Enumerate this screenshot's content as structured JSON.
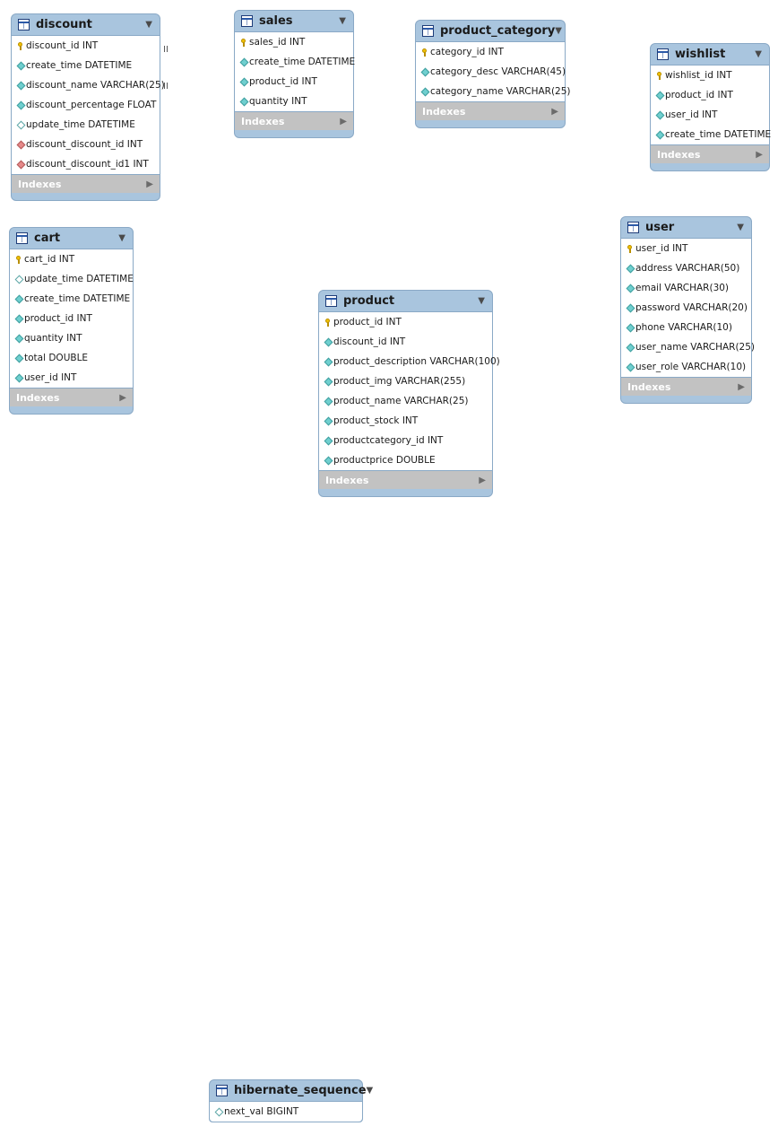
{
  "tables": [
    {
      "id": "discount",
      "name": "discount",
      "columns": [
        {
          "text": "discount_id INT",
          "icon": "primary-key-icon"
        },
        {
          "text": "create_time DATETIME",
          "icon": "not-null-column-icon"
        },
        {
          "text": "discount_name VARCHAR(25)",
          "icon": "not-null-column-icon"
        },
        {
          "text": "discount_percentage FLOAT",
          "icon": "not-null-column-icon"
        },
        {
          "text": "update_time DATETIME",
          "icon": "nullable-column-icon"
        },
        {
          "text": "discount_discount_id INT",
          "icon": "foreign-key-icon"
        },
        {
          "text": "discount_discount_id1 INT",
          "icon": "foreign-key-icon"
        }
      ],
      "indexes_label": "Indexes"
    },
    {
      "id": "sales",
      "name": "sales",
      "columns": [
        {
          "text": "sales_id INT",
          "icon": "primary-key-icon"
        },
        {
          "text": "create_time DATETIME",
          "icon": "not-null-column-icon"
        },
        {
          "text": "product_id INT",
          "icon": "not-null-column-icon"
        },
        {
          "text": "quantity INT",
          "icon": "not-null-column-icon"
        }
      ],
      "indexes_label": "Indexes"
    },
    {
      "id": "product_category",
      "name": "product_category",
      "columns": [
        {
          "text": "category_id INT",
          "icon": "primary-key-icon"
        },
        {
          "text": "category_desc VARCHAR(45)",
          "icon": "not-null-column-icon"
        },
        {
          "text": "category_name VARCHAR(25)",
          "icon": "not-null-column-icon"
        }
      ],
      "indexes_label": "Indexes"
    },
    {
      "id": "wishlist",
      "name": "wishlist",
      "columns": [
        {
          "text": "wishlist_id INT",
          "icon": "primary-key-icon"
        },
        {
          "text": "product_id INT",
          "icon": "not-null-column-icon"
        },
        {
          "text": "user_id INT",
          "icon": "not-null-column-icon"
        },
        {
          "text": "create_time DATETIME",
          "icon": "not-null-column-icon"
        }
      ],
      "indexes_label": "Indexes"
    },
    {
      "id": "cart",
      "name": "cart",
      "columns": [
        {
          "text": "cart_id INT",
          "icon": "primary-key-icon"
        },
        {
          "text": "update_time DATETIME",
          "icon": "nullable-column-icon"
        },
        {
          "text": "create_time DATETIME",
          "icon": "not-null-column-icon"
        },
        {
          "text": "product_id INT",
          "icon": "not-null-column-icon"
        },
        {
          "text": "quantity INT",
          "icon": "not-null-column-icon"
        },
        {
          "text": "total DOUBLE",
          "icon": "not-null-column-icon"
        },
        {
          "text": "user_id INT",
          "icon": "not-null-column-icon"
        }
      ],
      "indexes_label": "Indexes"
    },
    {
      "id": "user",
      "name": "user",
      "columns": [
        {
          "text": "user_id INT",
          "icon": "primary-key-icon"
        },
        {
          "text": "address VARCHAR(50)",
          "icon": "not-null-column-icon"
        },
        {
          "text": "email VARCHAR(30)",
          "icon": "not-null-column-icon"
        },
        {
          "text": "password VARCHAR(20)",
          "icon": "not-null-column-icon"
        },
        {
          "text": "phone VARCHAR(10)",
          "icon": "not-null-column-icon"
        },
        {
          "text": "user_name VARCHAR(25)",
          "icon": "not-null-column-icon"
        },
        {
          "text": "user_role VARCHAR(10)",
          "icon": "not-null-column-icon"
        }
      ],
      "indexes_label": "Indexes"
    },
    {
      "id": "product",
      "name": "product",
      "columns": [
        {
          "text": "product_id INT",
          "icon": "primary-key-icon"
        },
        {
          "text": "discount_id INT",
          "icon": "not-null-column-icon"
        },
        {
          "text": "product_description VARCHAR(100)",
          "icon": "not-null-column-icon"
        },
        {
          "text": "product_img VARCHAR(255)",
          "icon": "not-null-column-icon"
        },
        {
          "text": "product_name VARCHAR(25)",
          "icon": "not-null-column-icon"
        },
        {
          "text": "product_stock INT",
          "icon": "not-null-column-icon"
        },
        {
          "text": "productcategory_id INT",
          "icon": "not-null-column-icon"
        },
        {
          "text": "productprice DOUBLE",
          "icon": "not-null-column-icon"
        }
      ],
      "indexes_label": "Indexes"
    },
    {
      "id": "hibernate_sequence",
      "name": "hibernate_sequence",
      "columns": [
        {
          "text": "next_val BIGINT",
          "icon": "nullable-column-icon"
        }
      ],
      "indexes_label": ""
    }
  ],
  "relationship_marks": [
    "II",
    "II"
  ]
}
